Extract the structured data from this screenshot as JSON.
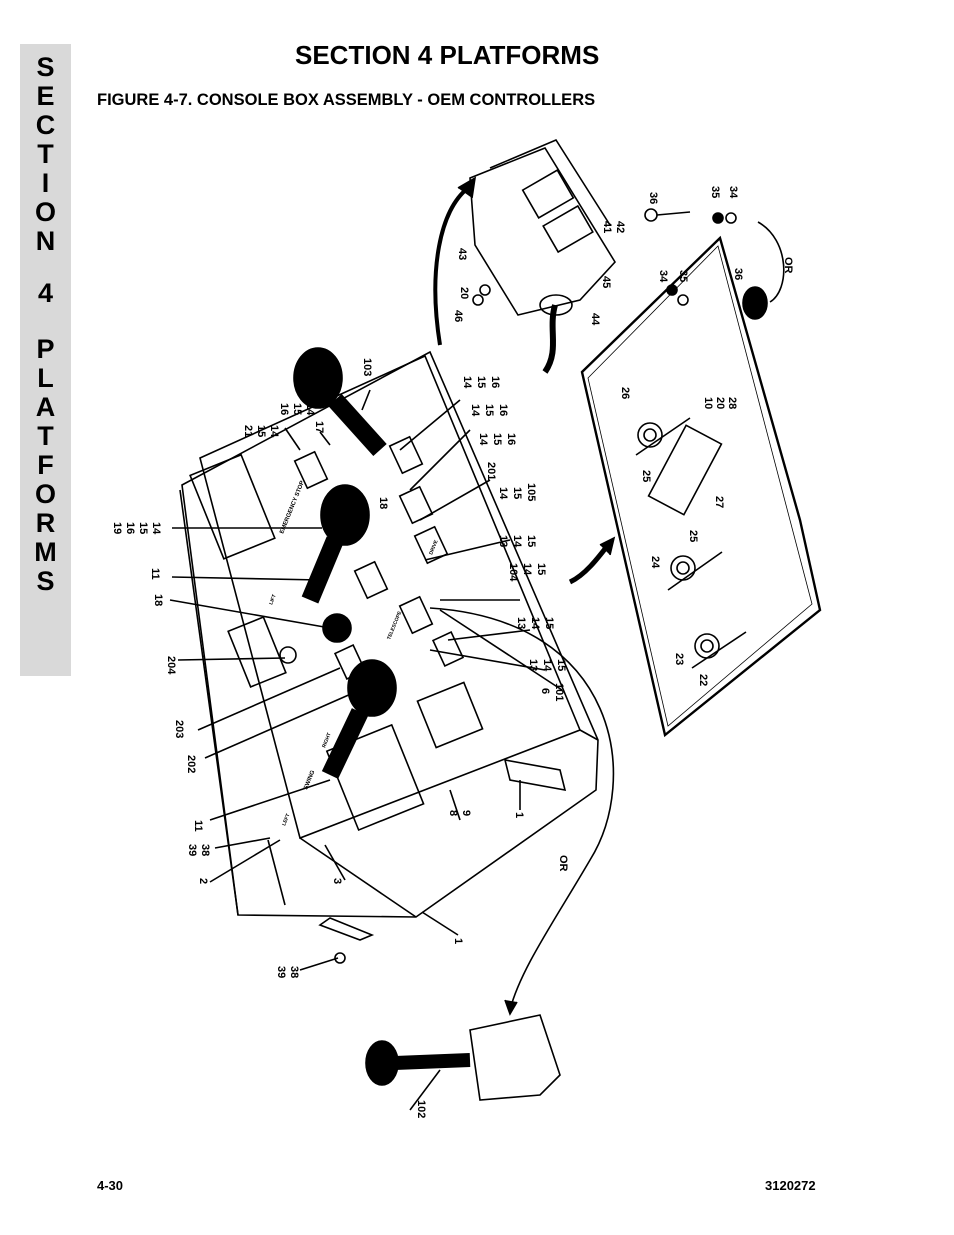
{
  "side_tab": {
    "letters": [
      "S",
      "E",
      "C",
      "T",
      "I",
      "O",
      "N",
      "",
      "4",
      "",
      "P",
      "L",
      "A",
      "T",
      "F",
      "O",
      "R",
      "M",
      "S"
    ]
  },
  "header": {
    "section_title": "SECTION 4  PLATFORMS",
    "figure_title": "FIGURE 4-7.    CONSOLE BOX ASSEMBLY - OEM CONTROLLERS"
  },
  "footer": {
    "page_number": "4-30",
    "document_number": "3120272"
  },
  "callouts": {
    "c36a": "36",
    "c35a": "35",
    "c34a": "34",
    "c41": "41",
    "c42": "42",
    "c43": "43",
    "c20a": "20",
    "c46": "46",
    "c45": "45",
    "c44": "44",
    "c34b": "34",
    "c35b": "35",
    "c36b": "36",
    "or_top": "OR",
    "c103": "103",
    "c26": "26",
    "c10": "10",
    "c20b": "20",
    "c28": "28",
    "c14r1": "14",
    "c15r1": "15",
    "c16r1": "16",
    "c14r2": "14",
    "c15r2": "15",
    "c16r2": "16",
    "c14r3": "14",
    "c15r3": "15",
    "c16r3": "16",
    "c201": "201",
    "c14r4": "14",
    "c15r4": "15",
    "c105": "105",
    "c13r5": "13",
    "c14r5": "14",
    "c15r5": "15",
    "c104": "104",
    "c14r6": "14",
    "c15r6": "15",
    "c13r7": "13",
    "c14r7": "14",
    "c15r7": "15",
    "c13r8": "13",
    "c14r8": "14",
    "c15r8": "15",
    "c6": "6",
    "c101": "101",
    "c21": "21",
    "c15l1": "15",
    "c14l1": "14",
    "c16l2": "16",
    "c15l2": "15",
    "c14l2": "14",
    "c17": "17",
    "c18a": "18",
    "c19": "19",
    "c16l3": "16",
    "c15l3": "15",
    "c14l3": "14",
    "c11a": "11",
    "c18b": "18",
    "c204": "204",
    "c203": "203",
    "c202": "202",
    "c11b": "11",
    "c39a": "39",
    "c38a": "38",
    "c2": "2",
    "c3": "3",
    "c8": "8",
    "c9": "9",
    "c1a": "1",
    "or_bottom": "OR",
    "c1b": "1",
    "c39b": "39",
    "c38b": "38",
    "c102": "102",
    "c25a": "25",
    "c27": "27",
    "c25b": "25",
    "c24": "24",
    "c23": "23",
    "c22": "22"
  },
  "panel_labels": {
    "emergency_stop": "EMERGENCY STOP",
    "swing": "SWING",
    "left": "LEFT",
    "right": "RIGHT",
    "lift": "LIFT",
    "telescope": "TELESCOPE",
    "drive": "DRIVE"
  }
}
